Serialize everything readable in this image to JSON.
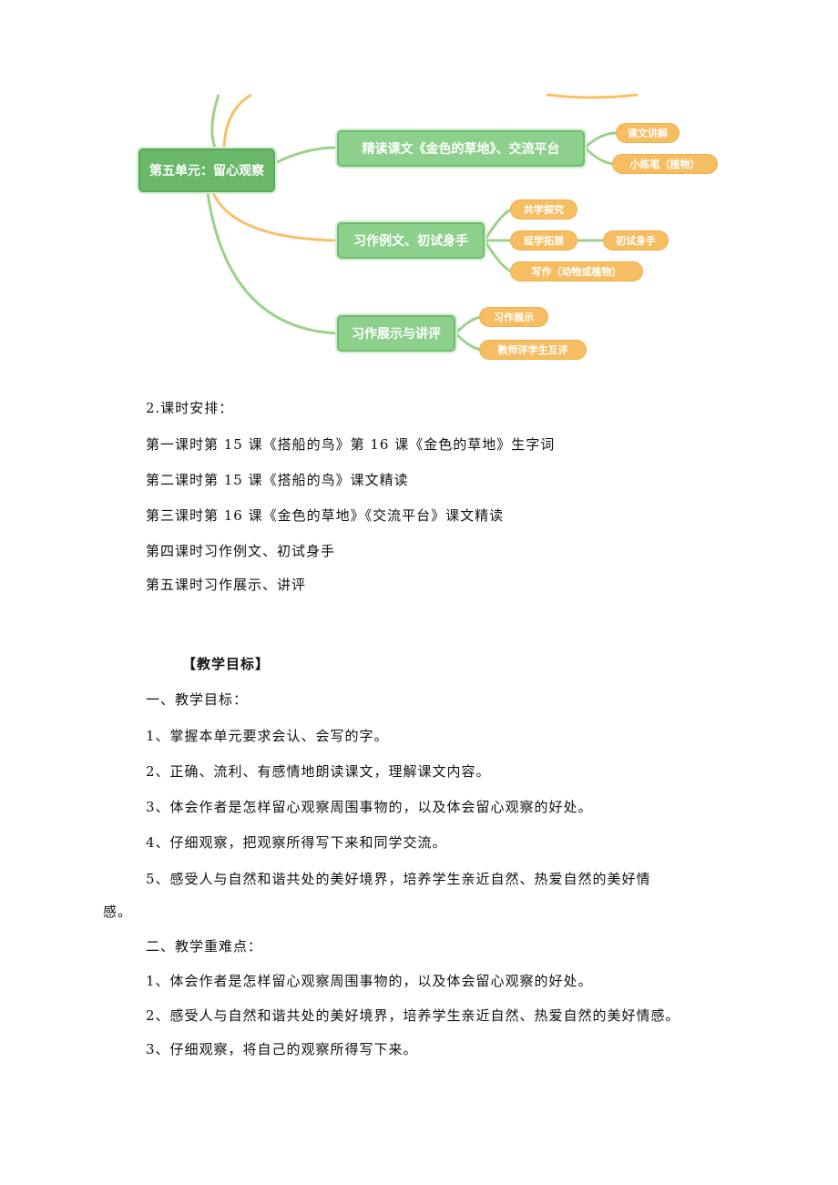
{
  "mindmap": {
    "root": "第五单元：留心观察",
    "branches": [
      {
        "label": "精读课文《金色的草地》、交流平台",
        "leaves": [
          "课文讲解",
          "小练笔（植物）"
        ]
      },
      {
        "label": "习作例文、初试身手",
        "leaves": [
          "共学探究",
          "延学拓展",
          "写作（动物或植物）"
        ],
        "sub_leaf": "初试身手"
      },
      {
        "label": "习作展示与讲评",
        "leaves": [
          "习作展示",
          "教师评学生互评"
        ]
      }
    ],
    "colors": {
      "green": "#8cd08c",
      "green_line": "#9bd28a",
      "orange": "#f6bd62"
    }
  },
  "schedule": {
    "heading": "2.课时安排：",
    "items": [
      "第一课时第 15 课《搭船的鸟》第 16 课《金色的草地》生字词",
      "第二课时第 15 课《搭船的鸟》课文精读",
      "第三课时第 16 课《金色的草地》《交流平台》课文精读",
      "第四课时习作例文、初试身手",
      "第五课时习作展示、讲评"
    ]
  },
  "objectives": {
    "section_title": "【教学目标】",
    "goal_heading": "一、教学目标：",
    "goals": [
      "1、掌握本单元要求会认、会写的字。",
      "2、正确、流利、有感情地朗读课文，理解课文内容。",
      "3、体会作者是怎样留心观察周围事物的，以及体会留心观察的好处。",
      "4、仔细观察，把观察所得写下来和同学交流。",
      "5、感受人与自然和谐共处的美好境界，培养学生亲近自然、热爱自然的美好情",
      "感。"
    ],
    "key_heading": "二、教学重难点：",
    "key_points": [
      "1、体会作者是怎样留心观察周围事物的，以及体会留心观察的好处。",
      "2、感受人与自然和谐共处的美好境界，培养学生亲近自然、热爱自然的美好情感。",
      "3、仔细观察，将自己的观察所得写下来。"
    ]
  }
}
